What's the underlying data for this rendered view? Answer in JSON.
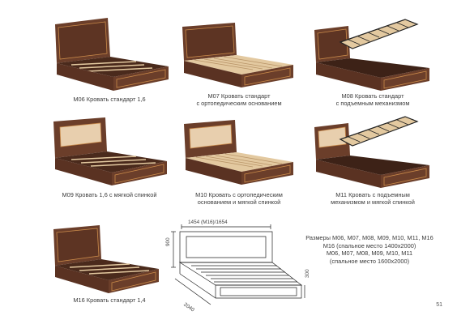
{
  "products": [
    {
      "line1": "М06 Кровать стандарт 1,6",
      "line2": ""
    },
    {
      "line1": "М07 Кровать стандарт",
      "line2": "с ортопедическим основанием"
    },
    {
      "line1": "М08 Кровать стандарт",
      "line2": "с подъемным механизмом"
    },
    {
      "line1": "М09 Кровать 1,6 с мягкой спинкой",
      "line2": ""
    },
    {
      "line1": "М10 Кровать с ортопедическим",
      "line2": "основанием и мягкой спинкой"
    },
    {
      "line1": "М11 Кровать с подъемным",
      "line2": "механизмом и мягкой спинкой"
    },
    {
      "line1": "М16 Кровать стандарт 1,4",
      "line2": ""
    }
  ],
  "drawing": {
    "width_label": "1454 (М16)/1654",
    "height_label": "900",
    "length_label": "2040",
    "side_label": "300"
  },
  "sizes": [
    "Размеры М06, М07, М08, М09, М10, М11, М16",
    "М16 (спальное место 1400x2000)",
    "М06, М07, М08, М09, М10, М11",
    "(спальное место 1600x2000)"
  ],
  "page_number": "51",
  "colors": {
    "wood": "#6b3e2a",
    "wood_dark": "#4a2a1c",
    "trim": "#c98a4a",
    "slat": "#e3c9a0",
    "upholstery": "#e8cfae",
    "frame": "#222222"
  }
}
